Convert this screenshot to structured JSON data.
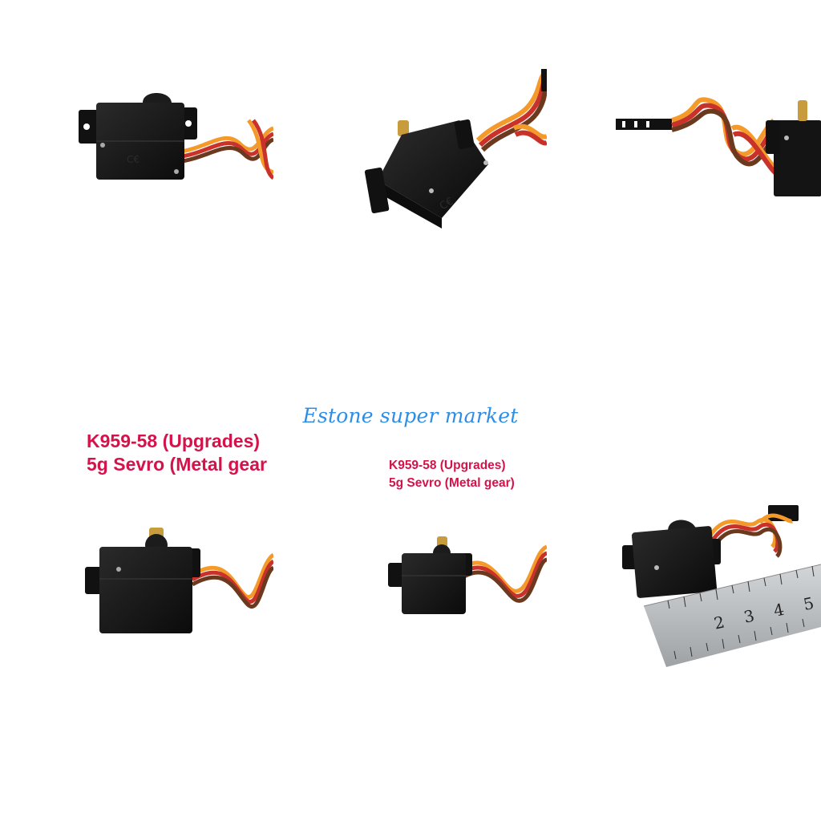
{
  "watermark": "Estone super market",
  "product_caption": {
    "line1": "K959-58 (Upgrades)",
    "line2": "5g Sevro (Metal gear"
  },
  "product_caption_small": {
    "line1": "K959-58 (Upgrades)",
    "line2": "5g Sevro (Metal gear)"
  },
  "ruler": {
    "numbers": [
      "2",
      "3",
      "4",
      "5"
    ]
  },
  "colors": {
    "servo_body": "#151515",
    "wire_orange": "#f39a2a",
    "wire_red": "#c8322b",
    "wire_brown": "#6b3a1e",
    "brass": "#c89b3c",
    "caption": "#d3134a",
    "watermark": "#2f8de4",
    "ruler_steel": "#b9bcbf"
  }
}
